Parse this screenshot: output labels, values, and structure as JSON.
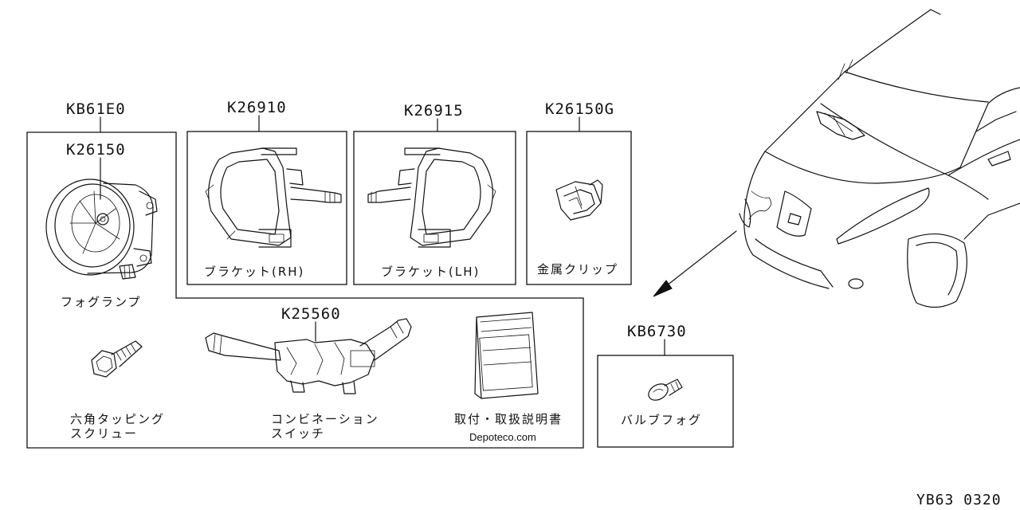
{
  "parts": {
    "kit": {
      "number": "KB61E0"
    },
    "fog_lamp": {
      "number": "K26150",
      "name": "フォグランプ"
    },
    "bracket_rh": {
      "number": "K26910",
      "name": "ブラケット(RH)"
    },
    "bracket_lh": {
      "number": "K26915",
      "name": "ブラケット(LH)"
    },
    "metal_clip": {
      "number": "K26150G",
      "name": "金属クリップ"
    },
    "hex_screw": {
      "name_line1": "六角タッピング",
      "name_line2": "スクリュー"
    },
    "combo_switch": {
      "number": "K25560",
      "name_line1": "コンビネーション",
      "name_line2": "スイッチ"
    },
    "manual": {
      "name": "取付・取扱説明書"
    },
    "fog_bulb": {
      "number": "KB6730",
      "name": "バルブフォグ"
    }
  },
  "watermark": "Depoteco.com",
  "diagram_code": "YB63 0320"
}
